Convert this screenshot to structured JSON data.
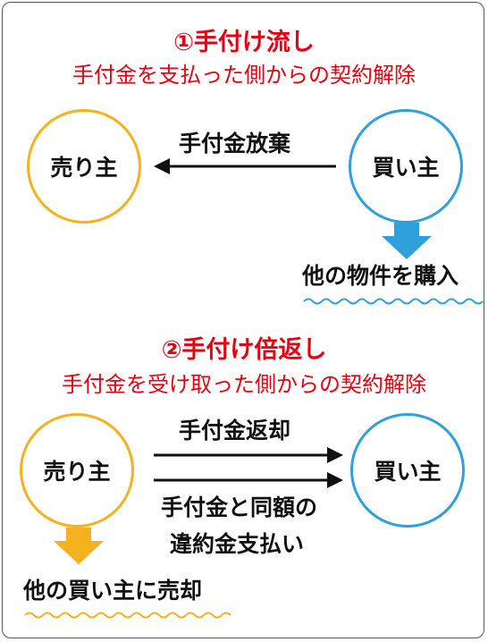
{
  "section1": {
    "title": "①手付け流し",
    "subtitle": "手付金を支払った側からの契約解除",
    "seller": "売り主",
    "buyer": "買い主",
    "arrow_label": "手付金放棄",
    "outcome": "他の物件を購入"
  },
  "section2": {
    "title": "②手付け倍返し",
    "subtitle": "手付金を受け取った側からの契約解除",
    "seller": "売り主",
    "buyer": "買い主",
    "arrow_top_label": "手付金返却",
    "arrow_bottom_label_line1": "手付金と同額の",
    "arrow_bottom_label_line2": "違約金支払い",
    "outcome": "他の買い主に売却"
  },
  "colors": {
    "title_red": "#e60012",
    "seller_yellow": "#f5b21e",
    "buyer_blue": "#2ea0dc"
  }
}
